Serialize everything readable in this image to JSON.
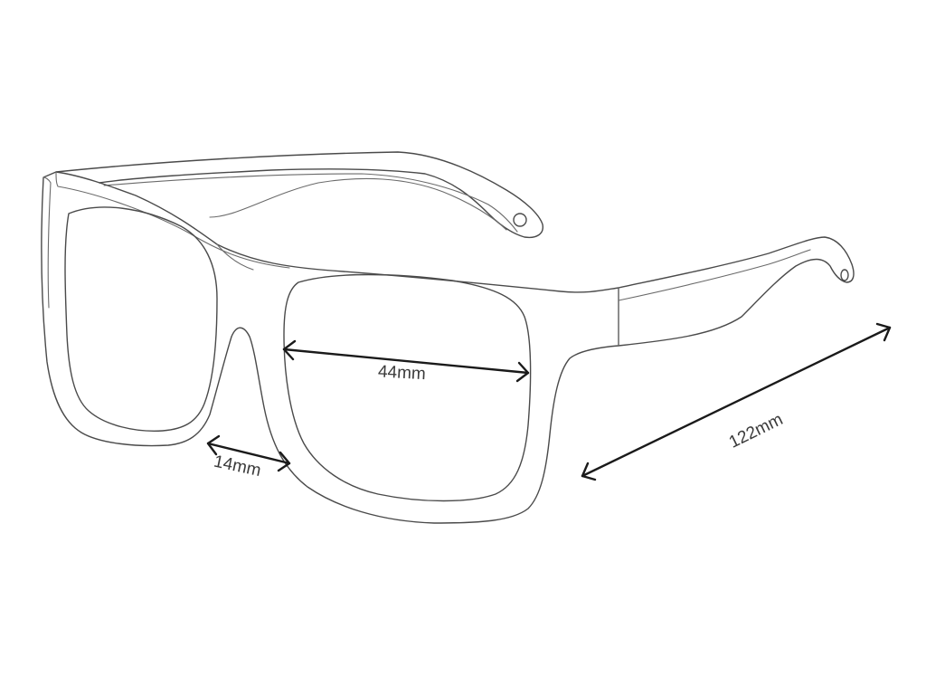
{
  "diagram": {
    "subject": "sunglasses",
    "line_color": "#4a4a4a",
    "dimension_color": "#1a1a1a",
    "background": "#ffffff"
  },
  "dimensions": {
    "lens_width": "44mm",
    "bridge_width": "14mm",
    "temple_length": "122mm"
  }
}
